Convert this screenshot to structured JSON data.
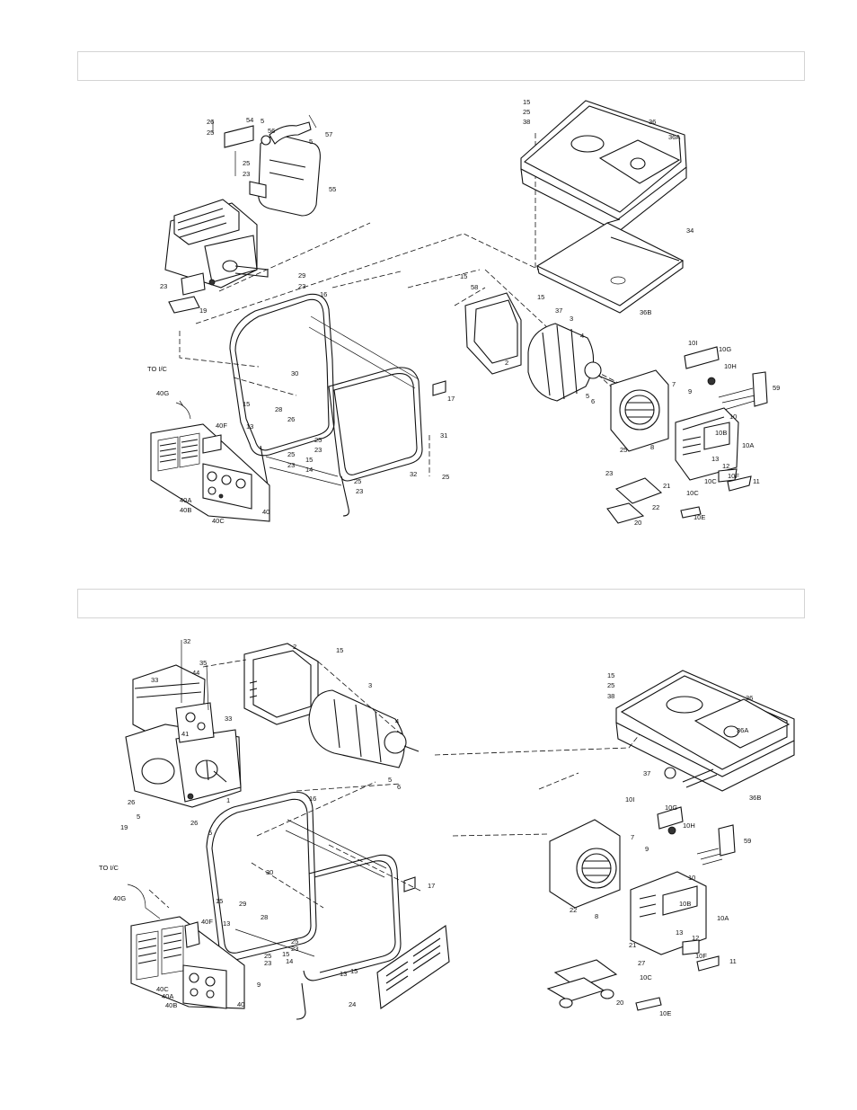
{
  "diagram_1": {
    "labels": {
      "l26": "26",
      "l25a": "25",
      "l54": "54",
      "l5a": "5",
      "l56": "56",
      "l57": "57",
      "l5b": "5",
      "l25b": "25",
      "l23a": "23",
      "l55": "55",
      "l23b": "23",
      "l29": "29",
      "l23c": "23",
      "l19": "19",
      "l16": "16",
      "l30": "30",
      "l28": "28",
      "l26b": "26",
      "l17": "17",
      "l15a": "15",
      "l13": "13",
      "l25c": "25",
      "l23d": "23",
      "l25d": "25",
      "l23e": "23",
      "l15b": "15",
      "l14": "14",
      "l25e": "25",
      "l23f": "23",
      "l31": "31",
      "l32": "32",
      "l25f": "25",
      "l40f": "40F",
      "l40g": "40G",
      "l40a": "40A",
      "l40b": "40B",
      "l40c": "40C",
      "l40": "40",
      "lto": "TO I/C",
      "l15c": "15",
      "l25g": "25",
      "l38": "38",
      "l36": "36",
      "l36a": "36A",
      "l34": "34",
      "l15d": "15",
      "l58": "58",
      "l15e": "15",
      "l37": "37",
      "l3": "3",
      "l36b": "36B",
      "l2": "2",
      "l4": "4",
      "l5c": "5",
      "l6": "6",
      "l10i": "10I",
      "l10g": "10G",
      "l10h": "10H",
      "l59": "59",
      "l7": "7",
      "l9": "9",
      "l10": "10",
      "l10b": "10B",
      "l8": "8",
      "l25h": "25",
      "l10a": "10A",
      "l13b": "13",
      "l12": "12",
      "l11": "11",
      "l10f": "10F",
      "l23g": "23",
      "l10c": "10C",
      "l21": "21",
      "l22": "22",
      "l10cc": "10C",
      "l20": "20",
      "l10e": "10E"
    }
  },
  "diagram_2": {
    "labels": {
      "l32": "32",
      "l35": "35",
      "l33a": "33",
      "l44": "44",
      "l33b": "33",
      "l41": "41",
      "l2": "2",
      "l15a": "15",
      "l3": "3",
      "l4": "4",
      "l5a": "5",
      "l6": "6",
      "l1": "1",
      "l26a": "26",
      "l5b": "5",
      "l19": "19",
      "l26b": "26",
      "l5c": "5",
      "l16": "16",
      "l40g": "40G",
      "lto": "TO I/C",
      "l30": "30",
      "l17": "17",
      "l15b": "15",
      "l13a": "13",
      "l29": "29",
      "l28": "28",
      "l40f": "40F",
      "l25a": "25",
      "l23a": "23",
      "l25b": "25",
      "l23b": "23",
      "l15c": "15",
      "l14": "14",
      "l13b": "13",
      "l15d": "15",
      "l9a": "9",
      "l40c": "40C",
      "l40a": "40A",
      "l40b": "40B",
      "l40": "40",
      "l24": "24",
      "l15e": "15",
      "l25c": "25",
      "l38": "38",
      "l36": "36",
      "l36a": "36A",
      "l37": "37",
      "l36b": "36B",
      "l10i": "10I",
      "l7": "7",
      "l10g": "10G",
      "l10h": "10H",
      "l9b": "9",
      "l59": "59",
      "l10": "10",
      "l10b": "10B",
      "l22": "22",
      "l8": "8",
      "l21": "21",
      "l27": "27",
      "l13c": "13",
      "l12": "12",
      "l10a": "10A",
      "l11": "11",
      "l10f": "10F",
      "l10c": "10C",
      "l20": "20",
      "l10e": "10E"
    }
  }
}
